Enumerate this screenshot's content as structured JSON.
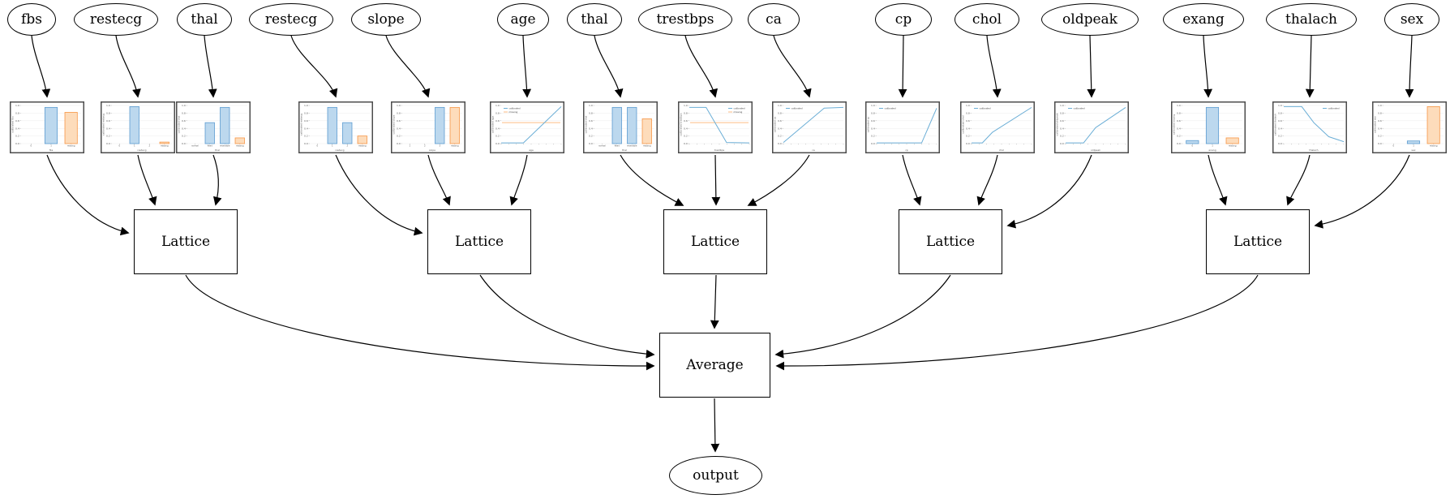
{
  "diagram": {
    "lattice_label": "Lattice",
    "average_label": "Average",
    "output_label": "output"
  },
  "colors": {
    "edge": "#000000",
    "node_border": "#000000",
    "chart_frame": "#4d4d4d",
    "bar_blue_fill": "#bcd8ee",
    "bar_blue_stroke": "#5b9bd0",
    "bar_orange_fill": "#fddcbb",
    "bar_orange_stroke": "#f79646",
    "line_blue": "#6baed6",
    "line_orange": "#fdbe85"
  },
  "features": [
    {
      "label": "fbs",
      "calibrator": {
        "type": "bar",
        "ylabel": "calibrated fbs",
        "xlabel": "fbs",
        "yticks": [
          "1.0",
          "0.8",
          "0.6",
          "0.4",
          "0.2",
          "0.0"
        ],
        "categories": [
          "0",
          "1",
          "missing"
        ],
        "values": [
          0,
          0.95,
          0.82
        ],
        "bar_colors": [
          "blue",
          "blue",
          "orange"
        ]
      }
    },
    {
      "label": "restecg",
      "calibrator": {
        "type": "bar",
        "ylabel": "calibrated restecg",
        "xlabel": "restecg",
        "yticks": [
          "1.0",
          "0.8",
          "0.6",
          "0.4",
          "0.2",
          "0.0"
        ],
        "categories": [
          "0",
          "1",
          "2",
          "missing"
        ],
        "values": [
          0,
          0.97,
          0,
          0.04
        ],
        "bar_colors": [
          "blue",
          "blue",
          "blue",
          "orange"
        ]
      }
    },
    {
      "label": "thal",
      "calibrator": {
        "type": "bar",
        "ylabel": "calibrated thal",
        "xlabel": "thal",
        "yticks": [
          "1.0",
          "0.8",
          "0.6",
          "0.4",
          "0.2",
          "0.0"
        ],
        "categories": [
          "normal",
          "fixed",
          "reversible",
          "missing"
        ],
        "values": [
          0,
          0.55,
          0.95,
          0.15
        ],
        "bar_colors": [
          "blue",
          "blue",
          "blue",
          "orange"
        ]
      }
    },
    {
      "label": "restecg",
      "calibrator": {
        "type": "bar",
        "ylabel": "calibrated restecg",
        "xlabel": "restecg",
        "yticks": [
          "1.0",
          "0.8",
          "0.6",
          "0.4",
          "0.2",
          "0.0"
        ],
        "categories": [
          "0",
          "1",
          "2",
          "missing"
        ],
        "values": [
          0,
          0.95,
          0.55,
          0.2
        ],
        "bar_colors": [
          "blue",
          "blue",
          "blue",
          "orange"
        ]
      }
    },
    {
      "label": "slope",
      "calibrator": {
        "type": "bar",
        "ylabel": "calibrated slope",
        "xlabel": "slope",
        "yticks": [
          "1.0",
          "0.8",
          "0.6",
          "0.4",
          "0.2",
          "0.0"
        ],
        "categories": [
          "1",
          "2",
          "3",
          "missing"
        ],
        "values": [
          0,
          0,
          0.95,
          0.95
        ],
        "bar_colors": [
          "blue",
          "blue",
          "blue",
          "orange"
        ]
      }
    },
    {
      "label": "age",
      "calibrator": {
        "type": "line",
        "ylabel": "calibrated age",
        "xlabel": "age",
        "yticks": [
          "1.0",
          "0.8",
          "0.6",
          "0.4",
          "0.2",
          "0.0"
        ],
        "points": [
          [
            0,
            0.02
          ],
          [
            0.37,
            0.02
          ],
          [
            1,
            0.97
          ]
        ],
        "missing_y": 0.55,
        "legend": {
          "pos": "tl",
          "entries": [
            "calibrated",
            "missing"
          ]
        }
      }
    },
    {
      "label": "thal",
      "calibrator": {
        "type": "bar",
        "ylabel": "calibrated thal",
        "xlabel": "thal",
        "yticks": [
          "1.0",
          "0.8",
          "0.6",
          "0.4",
          "0.2",
          "0.0"
        ],
        "categories": [
          "normal",
          "fixed",
          "reversible",
          "missing"
        ],
        "values": [
          0,
          0.95,
          0.95,
          0.65
        ],
        "bar_colors": [
          "blue",
          "blue",
          "blue",
          "orange"
        ]
      }
    },
    {
      "label": "trestbps",
      "calibrator": {
        "type": "line",
        "ylabel": "calibrated trestbps",
        "xlabel": "trestbps",
        "yticks": [
          "1.0",
          "0.8",
          "0.6",
          "0.4",
          "0.2",
          "0.0"
        ],
        "points": [
          [
            0,
            0.95
          ],
          [
            0.28,
            0.95
          ],
          [
            0.62,
            0.03
          ],
          [
            1,
            0.02
          ]
        ],
        "missing_y": 0.55,
        "legend": {
          "pos": "tr",
          "entries": [
            "calibrated",
            "missing"
          ]
        }
      }
    },
    {
      "label": "ca",
      "calibrator": {
        "type": "line",
        "ylabel": "calibrated ca",
        "xlabel": "ca",
        "yticks": [
          "1.0",
          "0.8",
          "0.6",
          "0.4",
          "0.2",
          "0.0"
        ],
        "points": [
          [
            0,
            0.03
          ],
          [
            0.68,
            0.93
          ],
          [
            1,
            0.95
          ]
        ],
        "missing_y": null,
        "legend": {
          "pos": "tl",
          "entries": [
            "calibrated"
          ]
        }
      }
    },
    {
      "label": "cp",
      "calibrator": {
        "type": "line",
        "ylabel": "calibrated cp",
        "xlabel": "cp",
        "yticks": [
          "1.0",
          "0.8",
          "0.6",
          "0.4",
          "0.2",
          "0.0"
        ],
        "points": [
          [
            0,
            0.02
          ],
          [
            0.75,
            0.02
          ],
          [
            1,
            0.93
          ]
        ],
        "missing_y": null,
        "legend": {
          "pos": "tl",
          "entries": [
            "calibrated"
          ]
        }
      }
    },
    {
      "label": "chol",
      "calibrator": {
        "type": "line",
        "ylabel": "calibrated chol",
        "xlabel": "chol",
        "yticks": [
          "1.0",
          "0.8",
          "0.6",
          "0.4",
          "0.2",
          "0.0"
        ],
        "points": [
          [
            0,
            0.02
          ],
          [
            0.18,
            0.02
          ],
          [
            0.35,
            0.3
          ],
          [
            1,
            0.95
          ]
        ],
        "missing_y": null,
        "legend": {
          "pos": "tl",
          "entries": [
            "calibrated"
          ]
        }
      }
    },
    {
      "label": "oldpeak",
      "calibrator": {
        "type": "line",
        "ylabel": "calibrated oldpeak",
        "xlabel": "oldpeak",
        "yticks": [
          "1.0",
          "0.8",
          "0.6",
          "0.4",
          "0.2",
          "0.0"
        ],
        "points": [
          [
            0,
            0.02
          ],
          [
            0.3,
            0.02
          ],
          [
            0.5,
            0.42
          ],
          [
            1,
            0.95
          ]
        ],
        "missing_y": null,
        "legend": {
          "pos": "tl",
          "entries": [
            "calibrated"
          ]
        }
      }
    },
    {
      "label": "exang",
      "calibrator": {
        "type": "bar",
        "ylabel": "calibrated exang",
        "xlabel": "exang",
        "yticks": [
          "1.0",
          "0.8",
          "0.6",
          "0.4",
          "0.2",
          "0.0"
        ],
        "categories": [
          "0",
          "1",
          "missing"
        ],
        "values": [
          0.08,
          0.95,
          0.15
        ],
        "bar_colors": [
          "blue",
          "blue",
          "orange"
        ]
      }
    },
    {
      "label": "thalach",
      "calibrator": {
        "type": "line",
        "ylabel": "calibrated thalach",
        "xlabel": "thalach",
        "yticks": [
          "1.0",
          "0.8",
          "0.6",
          "0.4",
          "0.2",
          "0.0"
        ],
        "points": [
          [
            0,
            0.97
          ],
          [
            0.3,
            0.97
          ],
          [
            0.5,
            0.55
          ],
          [
            0.75,
            0.18
          ],
          [
            1,
            0.05
          ]
        ],
        "missing_y": null,
        "legend": {
          "pos": "tr",
          "entries": [
            "calibrated"
          ]
        }
      }
    },
    {
      "label": "sex",
      "calibrator": {
        "type": "bar",
        "ylabel": "calibrated sex",
        "xlabel": "sex",
        "yticks": [
          "1.0",
          "0.8",
          "0.6",
          "0.4",
          "0.2",
          "0.0"
        ],
        "categories": [
          "0",
          "1",
          "missing"
        ],
        "values": [
          0,
          0.07,
          0.97
        ],
        "bar_colors": [
          "blue",
          "blue",
          "orange"
        ]
      }
    }
  ]
}
